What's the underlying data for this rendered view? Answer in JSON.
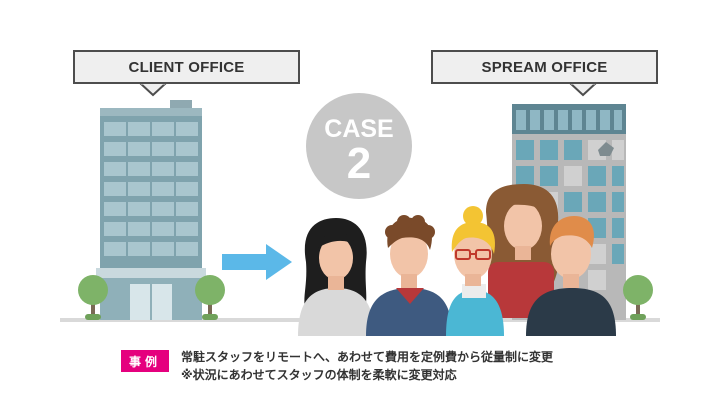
{
  "callouts": {
    "client": "CLIENT OFFICE",
    "spream": "SPREAM OFFICE"
  },
  "case": {
    "word": "CASE",
    "number": "2"
  },
  "example": {
    "tag": "事例",
    "line1": "常駐スタッフをリモートへ、あわせて費用を定例費から従量制に変更",
    "line2": "※状況にあわせてスタッフの体制を柔軟に変更対応"
  },
  "colors": {
    "accent_pink": "#e5007e",
    "arrow_blue": "#5bb8e8",
    "badge_gray": "#c7c7c7",
    "callout_fill": "#efefef",
    "callout_border": "#4d4d4d",
    "building_teal": "#7fa3ad",
    "tower_gray": "#b8b8b8",
    "window_teal": "#6aa7b8"
  },
  "icons": [
    "building-icon",
    "tower-icon",
    "tree-icon",
    "arrow-right-icon",
    "person-icon"
  ]
}
